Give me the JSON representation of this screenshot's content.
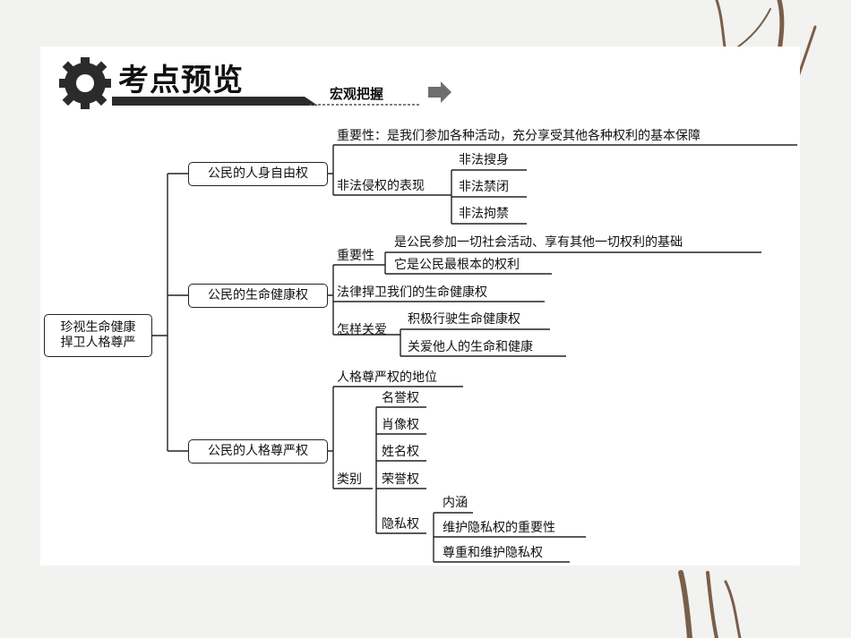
{
  "header": {
    "title": "考点预览",
    "subtitle": "宏观把握"
  },
  "diagram": {
    "root": "珍视生命健康\n捍卫人格尊严",
    "root_line1": "珍视生命健康",
    "root_line2": "捍卫人格尊严",
    "branch1": {
      "label": "公民的人身自由权",
      "importance": "重要性：是我们参加各种活动，充分享受其他各种权利的基本保障",
      "infringement": "非法侵权的表现",
      "infringement_items": [
        "非法搜身",
        "非法禁闭",
        "非法拘禁"
      ]
    },
    "branch2": {
      "label": "公民的生命健康权",
      "importance": "重要性",
      "importance_items": [
        "是公民参加一切社会活动、享有其他一切权利的基础",
        "它是公民最根本的权利"
      ],
      "law": "法律捍卫我们的生命健康权",
      "care": "怎样关爱",
      "care_items": [
        "积极行驶生命健康权",
        "关爱他人的生命和健康"
      ]
    },
    "branch3": {
      "label": "公民的人格尊严权",
      "status": "人格尊严权的地位",
      "types": "类别",
      "type_items": [
        "名誉权",
        "肖像权",
        "姓名权",
        "荣誉权"
      ],
      "privacy": "隐私权",
      "privacy_items": [
        "内涵",
        "维护隐私权的重要性",
        "尊重和维护隐私权"
      ]
    }
  },
  "colors": {
    "background": "#f2f2f0",
    "panel": "#ffffff",
    "ink": "#111111",
    "header_bar": "#2b2b2b",
    "branch_stem": "#7a5e4a",
    "blossom": "#b48a8e"
  }
}
